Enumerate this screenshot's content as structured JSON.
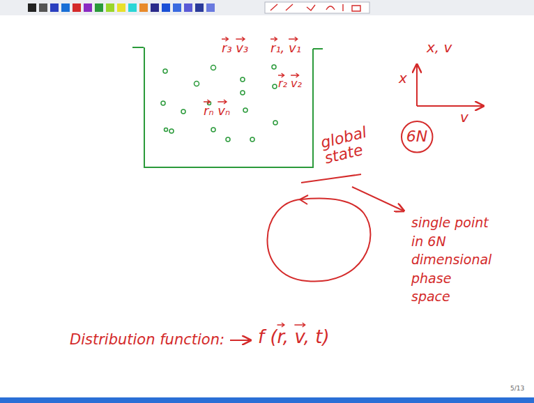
{
  "diagram": {
    "nodes": [
      {
        "text": [
          "6N"
        ]
      }
    ],
    "labels": [
      "x, v",
      "r₃ v₃",
      "r₁, v₁",
      "r₂ v₂",
      "rₙ vₙ",
      "global state",
      "x",
      "v",
      "single point in 6N dimensional phase space",
      "Distribution function:",
      "f (r, v, t)",
      "5/13"
    ]
  }
}
